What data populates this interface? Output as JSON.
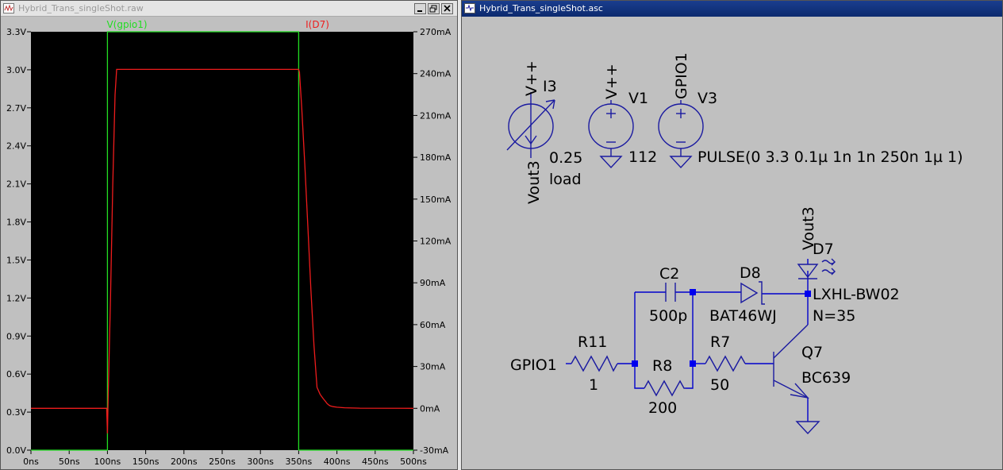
{
  "waveform_window": {
    "title": "Hybrid_Trans_singleShot.raw",
    "icon": "waveform-app-icon",
    "window_buttons": [
      "minimize-icon",
      "restore-icon",
      "close-icon"
    ]
  },
  "schematic_window": {
    "title": "Hybrid_Trans_singleShot.asc",
    "icon": "schematic-app-icon"
  },
  "colors": {
    "plot_bg": "#000000",
    "grid": "#5a5a5a",
    "trace_voltage": "#22dd22",
    "trace_current": "#ee1c1c",
    "schematic_bg": "#c0c0c0",
    "wire": "#0000cc",
    "component": "#1a1aa0",
    "text": "#000000"
  },
  "chart_data": {
    "type": "line",
    "title": "",
    "x_ticks": [
      "0ns",
      "50ns",
      "100ns",
      "150ns",
      "200ns",
      "250ns",
      "300ns",
      "350ns",
      "400ns",
      "450ns",
      "500ns"
    ],
    "y_left_ticks": [
      "0.0V",
      "0.3V",
      "0.6V",
      "0.9V",
      "1.2V",
      "1.5V",
      "1.8V",
      "2.1V",
      "2.4V",
      "2.7V",
      "3.0V",
      "3.3V"
    ],
    "y_right_ticks": [
      "-30mA",
      "0mA",
      "30mA",
      "60mA",
      "90mA",
      "120mA",
      "150mA",
      "180mA",
      "210mA",
      "240mA",
      "270mA"
    ],
    "xlim": [
      0,
      500
    ],
    "ylim_left": [
      0,
      3.3
    ],
    "ylim_right": [
      -30,
      270
    ],
    "grid": false,
    "series": [
      {
        "name": "V(gpio1)",
        "axis": "left",
        "x": [
          0,
          100,
          100.01,
          350,
          350.01,
          500
        ],
        "y": [
          0,
          0,
          3.3,
          3.3,
          0,
          0
        ]
      },
      {
        "name": "I(D7)",
        "axis": "right",
        "x": [
          0,
          99,
          100,
          101,
          104,
          107,
          110,
          112,
          130,
          200,
          300,
          350,
          351,
          354,
          358,
          362,
          366,
          370,
          374,
          378,
          382,
          385,
          387,
          389,
          391,
          395,
          400,
          410,
          430,
          500
        ],
        "y": [
          0,
          0,
          -18,
          10,
          80,
          160,
          225,
          243,
          243,
          243,
          243,
          243,
          241,
          215,
          175,
          130,
          85,
          45,
          15,
          10,
          7,
          5,
          3.5,
          2.5,
          1.8,
          1.2,
          0.8,
          0.4,
          0.1,
          0
        ]
      }
    ]
  },
  "schematic": {
    "I3": {
      "ref": "I3",
      "value": "0.25",
      "value2": "load",
      "top_net": "V++",
      "bottom_net": "Vout3"
    },
    "V1": {
      "ref": "V1",
      "value": "112",
      "top_net": "V++"
    },
    "V3": {
      "ref": "V3",
      "value": "PULSE(0 3.3 0.1µ 1n 1n 250n 1µ 1)",
      "top_net": "GPIO1"
    },
    "R11": {
      "ref": "R11",
      "value": "1",
      "input_net": "GPIO1"
    },
    "R8": {
      "ref": "R8",
      "value": "200"
    },
    "R7": {
      "ref": "R7",
      "value": "50"
    },
    "C2": {
      "ref": "C2",
      "value": "500p"
    },
    "D8": {
      "ref": "D8",
      "value": "BAT46WJ"
    },
    "D7": {
      "ref": "D7",
      "value": "LXHL-BW02",
      "value2": "N=35",
      "top_net": "Vout3"
    },
    "Q7": {
      "ref": "Q7",
      "value": "BC639"
    }
  }
}
